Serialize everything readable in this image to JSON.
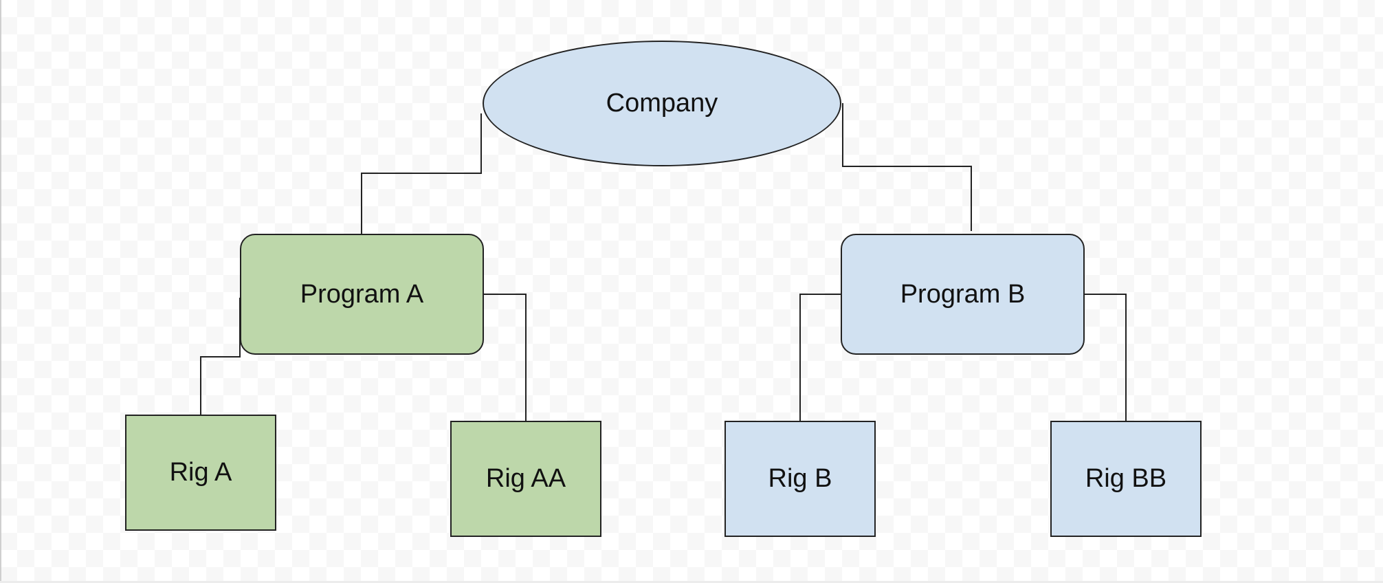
{
  "colors": {
    "blue_fill": "#d1e1f1",
    "green_fill": "#bdd7aa",
    "stroke": "#222222"
  },
  "nodes": {
    "company": {
      "label": "Company",
      "shape": "ellipse",
      "fill": "blue"
    },
    "program_a": {
      "label": "Program A",
      "shape": "rounded-rectangle",
      "fill": "green"
    },
    "program_b": {
      "label": "Program B",
      "shape": "rounded-rectangle",
      "fill": "blue"
    },
    "rig_a": {
      "label": "Rig A",
      "shape": "rectangle",
      "fill": "green"
    },
    "rig_aa": {
      "label": "Rig AA",
      "shape": "rectangle",
      "fill": "green"
    },
    "rig_b": {
      "label": "Rig B",
      "shape": "rectangle",
      "fill": "blue"
    },
    "rig_bb": {
      "label": "Rig BB",
      "shape": "rectangle",
      "fill": "blue"
    }
  },
  "edges": [
    {
      "from": "Company",
      "to": "Program A"
    },
    {
      "from": "Company",
      "to": "Program B"
    },
    {
      "from": "Program A",
      "to": "Rig A"
    },
    {
      "from": "Program A",
      "to": "Rig AA"
    },
    {
      "from": "Program B",
      "to": "Rig B"
    },
    {
      "from": "Program B",
      "to": "Rig BB"
    }
  ]
}
